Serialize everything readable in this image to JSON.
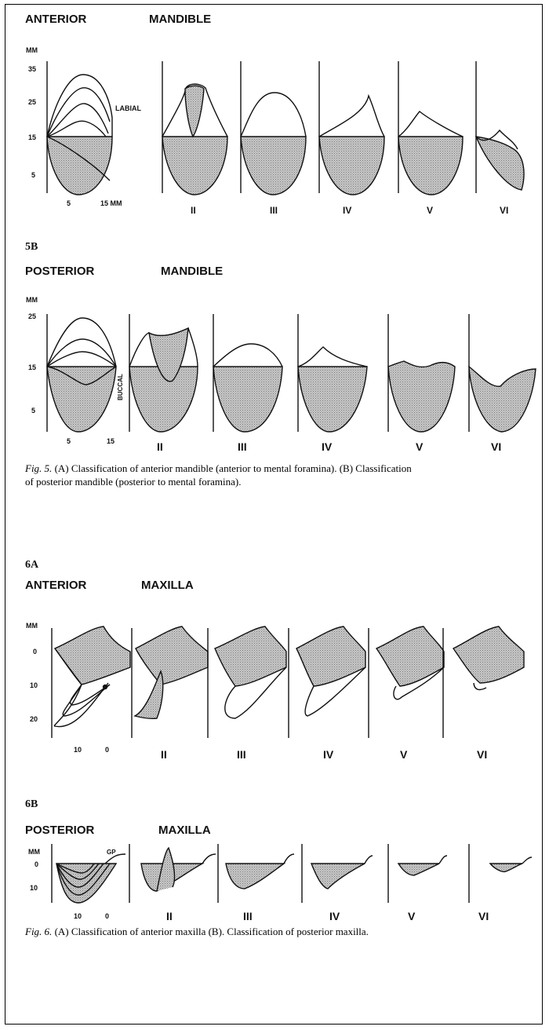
{
  "sec_a": {
    "word1": "ANTERIOR",
    "word2": "MANDIBLE",
    "unit": "MM",
    "yticks": [
      "35",
      "25",
      "15",
      "5"
    ],
    "xticks": [
      "5",
      "15  MM"
    ],
    "annot": "LABIAL",
    "classes": [
      "II",
      "III",
      "IV",
      "V",
      "VI"
    ]
  },
  "sec_b": {
    "label": "5B",
    "word1": "POSTERIOR",
    "word2": "MANDIBLE",
    "unit": "MM",
    "yticks": [
      "25",
      "15",
      "5"
    ],
    "xticks": [
      "5",
      "15"
    ],
    "annot": "BUCCAL",
    "classes": [
      "II",
      "III",
      "IV",
      "V",
      "VI"
    ]
  },
  "fig5": {
    "prefix": "Fig. 5.",
    "line1": " (A) Classification of anterior mandible (anterior to mental foramina). (B) Classification",
    "line2": "of posterior mandible (posterior to mental foramina)."
  },
  "sec_c": {
    "label": "6A",
    "word1": "ANTERIOR",
    "word2": "MAXILLA",
    "unit": "MM",
    "yticks": [
      "0",
      "10",
      "20"
    ],
    "xticks": [
      "10",
      "0"
    ],
    "classes": [
      "II",
      "III",
      "IV",
      "V",
      "VI"
    ]
  },
  "sec_d": {
    "label": "6B",
    "word1": "POSTERIOR",
    "word2": "MAXILLA",
    "unit": "MM",
    "yticks": [
      "0",
      "10"
    ],
    "xticks": [
      "10",
      "0"
    ],
    "annot": "GP",
    "classes": [
      "II",
      "III",
      "IV",
      "V",
      "VI"
    ]
  },
  "fig6": {
    "prefix": "Fig. 6.",
    "line1": " (A) Classification of anterior maxilla (B). Classification of posterior maxilla."
  },
  "colors": {
    "fill": "#bdbdbd",
    "ink": "#111111"
  }
}
